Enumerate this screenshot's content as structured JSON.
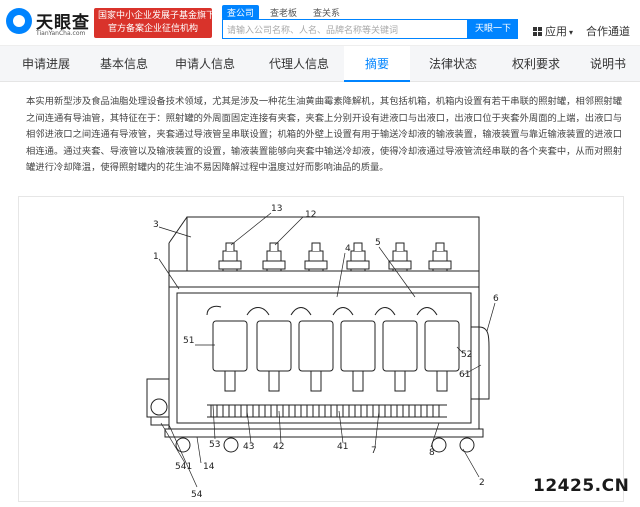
{
  "header": {
    "logo_text": "天眼查",
    "logo_sub": "TianYanCha.com",
    "badge_line1": "国家中小企业发展子基金旗下",
    "badge_line2": "官方备案企业征信机构",
    "search_tabs": [
      "查公司",
      "查老板",
      "查关系"
    ],
    "search_placeholder": "请输入公司名称、人名、品牌名称等关键词",
    "search_button": "天眼一下",
    "apps_label": "应用",
    "partner_label": "合作通道"
  },
  "tabs": [
    "申请进展",
    "基本信息",
    "申请人信息",
    "代理人信息",
    "摘要",
    "法律状态",
    "权利要求",
    "说明书"
  ],
  "active_tab": "摘要",
  "abstract": "本实用新型涉及食品油脂处理设备技术领域，尤其是涉及一种花生油黄曲霉素降解机，其包括机箱，机箱内设置有若干串联的照射罐，相邻照射罐之间连通有导油管，其特征在于：照射罐的外周面固定连接有夹套，夹套上分别开设有进液口与出液口，出液口位于夹套外周面的上端，出液口与相邻进液口之间连通有导液管，夹套通过导液管呈串联设置；机箱的外壁上设置有用于输送冷却液的输液装置，输液装置与靠近输液装置的进液口相连通。通过夹套、导液管以及输液装置的设置，输液装置能够向夹套中输送冷却液，使得冷却液通过导液管流经串联的各个夹套中，从而对照射罐进行冷却降温，使得照射罐内的花生油不易因降解过程中温度过好而影响油品的质量。",
  "figure": {
    "labels": [
      "13",
      "12",
      "3",
      "1",
      "4",
      "5",
      "6",
      "51",
      "52",
      "61",
      "53",
      "43",
      "42",
      "41",
      "7",
      "8",
      "541",
      "14",
      "54",
      "2"
    ]
  },
  "watermark": "12425.CN"
}
